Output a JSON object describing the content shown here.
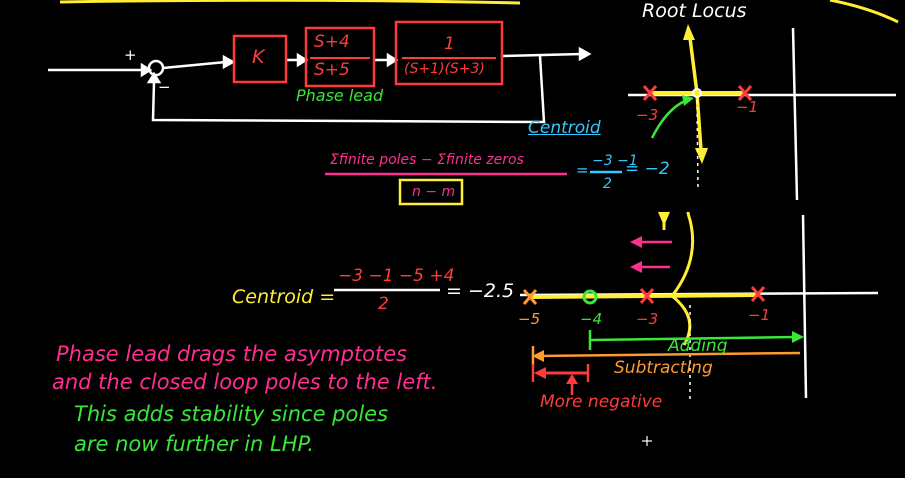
{
  "colors": {
    "background": "#000000",
    "line": "#ffffff",
    "red": "#ff3b3b",
    "green": "#39e639",
    "yellow": "#ffee33",
    "pink": "#ff2e8f",
    "cyan": "#33c8ff",
    "orange": "#ff9a2e"
  },
  "root_locus_title": "Root Locus",
  "block_diagram": {
    "plus_sign": "+",
    "minus_sign": "−",
    "gain": "K",
    "lead_num": "S+4",
    "lead_den": "S+5",
    "lead_label": "Phase lead",
    "plant_num": "1",
    "plant_den": "(S+1)(S+3)"
  },
  "top_plot": {
    "pole_labels": [
      "−3",
      "−1"
    ],
    "centroid_label": "Centroid"
  },
  "centroid_formula": {
    "numerator": "Σfinite poles − Σfinite zeros",
    "denominator": "n − m",
    "equals1": "=",
    "value_num": "−3 −1",
    "value_den": "2",
    "result": "= −2"
  },
  "centroid2": {
    "label": "Centroid =",
    "numerator": "−3 −1 −5 +4",
    "denominator": "2",
    "result": "= −2.5"
  },
  "bottom_plot": {
    "tick_labels": [
      "−5",
      "−4",
      "−3",
      "−1"
    ],
    "adding": "Adding",
    "subtracting": "Subtracting",
    "more_negative": "More negative"
  },
  "notes": {
    "line1": "Phase lead drags the asymptotes",
    "line2": "and the closed loop poles to the left.",
    "line3": "This adds stability since poles",
    "line4": "are now further in LHP."
  }
}
